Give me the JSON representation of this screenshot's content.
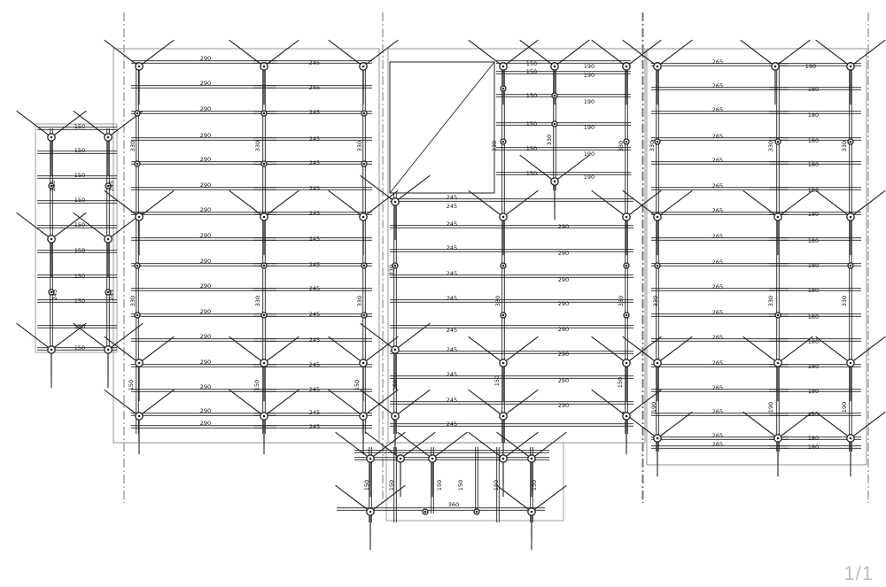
{
  "page_indicator": "1/1",
  "labels": {
    "l150": "150",
    "l180": "180",
    "l190": "190",
    "l245": "245",
    "l265": "265",
    "l290": "290",
    "l330": "330",
    "l360": "360"
  },
  "colors": {
    "line": "#222222",
    "axis": "#555555",
    "boundary": "#888888",
    "background": "#ffffff"
  }
}
